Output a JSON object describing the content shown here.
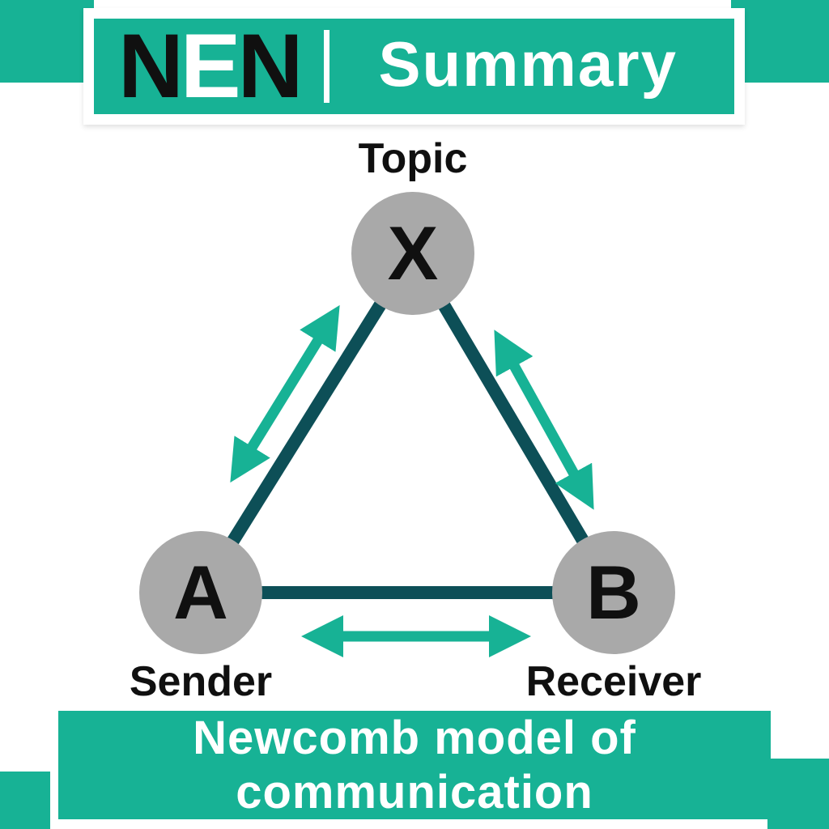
{
  "colors": {
    "teal": "#17b295",
    "dark_teal": "#0d4f57",
    "node_gray": "#a9a9a9",
    "text_black": "#101010",
    "white": "#ffffff"
  },
  "header": {
    "logo_text": "NEN",
    "logo_letters": [
      "N",
      "E",
      "N"
    ],
    "title": "Summary"
  },
  "diagram": {
    "nodes": [
      {
        "id": "X",
        "label": "Topic"
      },
      {
        "id": "A",
        "label": "Sender"
      },
      {
        "id": "B",
        "label": "Receiver"
      }
    ],
    "edges": [
      {
        "from": "A",
        "to": "X"
      },
      {
        "from": "X",
        "to": "B"
      },
      {
        "from": "A",
        "to": "B"
      }
    ],
    "arrows": [
      {
        "between": [
          "A",
          "X"
        ],
        "bidirectional": true
      },
      {
        "between": [
          "X",
          "B"
        ],
        "bidirectional": true
      },
      {
        "between": [
          "A",
          "B"
        ],
        "bidirectional": true
      }
    ]
  },
  "footer": {
    "caption_line1": "Newcomb model of",
    "caption_line2": "communication"
  }
}
